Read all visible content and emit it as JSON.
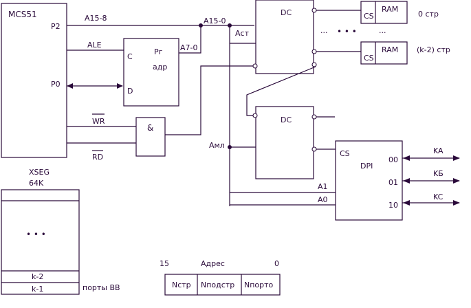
{
  "cpu": {
    "name": "MCS51",
    "p2": "P2",
    "p0": "P0"
  },
  "signals": {
    "a15_8": "A15-8",
    "ale": "ALE",
    "a15_0": "A15-0",
    "a7_0": "A7-0",
    "wr": "WR",
    "rd": "RD",
    "acm": "Aст",
    "aml": "Амл",
    "a1": "A1",
    "a0": "A0"
  },
  "register": {
    "title": "Pг",
    "subtitle": "адр",
    "pin_c": "C",
    "pin_d": "D"
  },
  "and_gate": {
    "label": "&"
  },
  "dc_top": {
    "label": "DC"
  },
  "dc_bottom": {
    "label": "DC"
  },
  "ram1": {
    "label": "RAM",
    "pin": "CS",
    "caption": "0 стр"
  },
  "ram2": {
    "label": "RAM",
    "pin": "CS",
    "caption": "(k-2) стр"
  },
  "ellipsis": {
    "dots_small": "...",
    "dots_big": "• • •",
    "dots_right": "..."
  },
  "dpi": {
    "label": "DPI",
    "pin_cs": "CS",
    "ports": [
      {
        "pin": "00",
        "label": "KA"
      },
      {
        "pin": "01",
        "label": "KБ"
      },
      {
        "pin": "10",
        "label": "KC"
      }
    ]
  },
  "xseg": {
    "title": "XSEG",
    "size": "64K",
    "dots": "• • •",
    "rows": [
      {
        "label": "k-2"
      },
      {
        "label": "k-1"
      }
    ],
    "ports_caption": "порты ВВ"
  },
  "address": {
    "title": "Адрес",
    "bit_high": "15",
    "bit_low": "0",
    "fields": [
      "Nстр",
      "Nподстр",
      "Nпорто"
    ]
  }
}
